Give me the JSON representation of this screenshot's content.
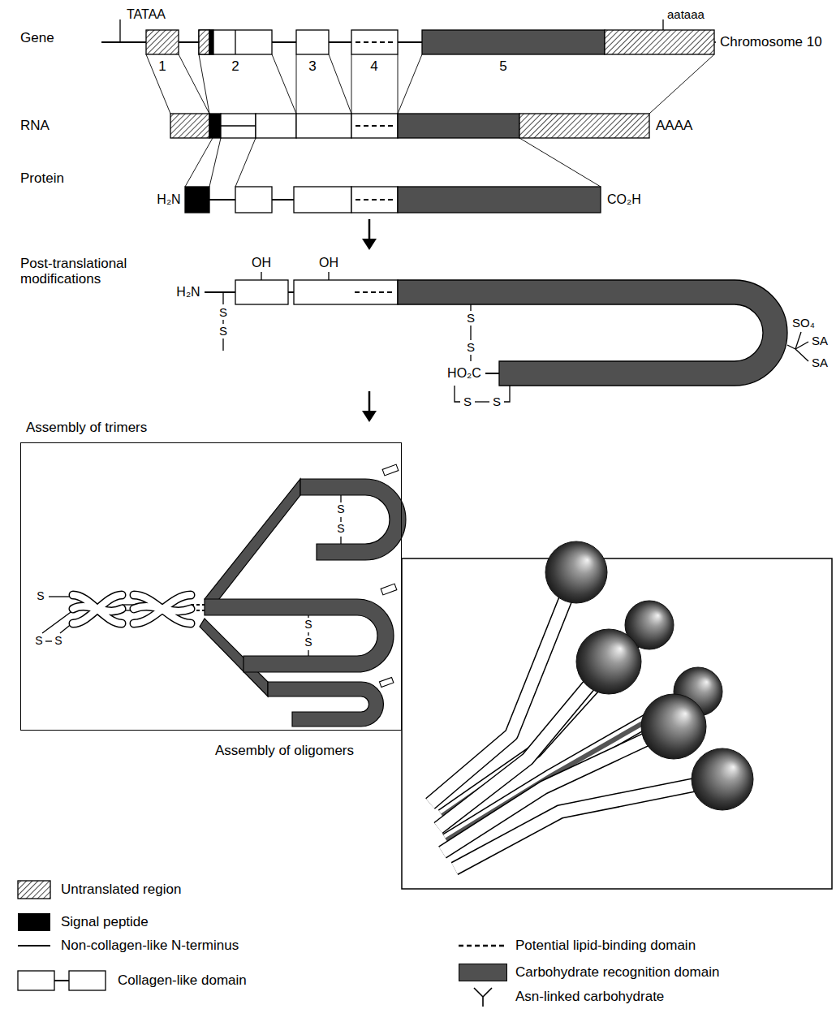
{
  "diagram": {
    "nodes": [
      {
        "text": [
          "Assembly of trimers"
        ]
      }
    ],
    "labels": [
      "Gene",
      "TATAA",
      "aataaa",
      "Chromosome 10",
      "1",
      "2",
      "3",
      "4",
      "5",
      "RNA",
      "AAAA",
      "Protein",
      "H₂N",
      "CO₂H",
      "Post-translational modifications",
      "H₂N",
      "OH",
      "OH",
      "S",
      "S",
      "S",
      "S",
      "S",
      "S",
      "HO₂C",
      "SO₄",
      "SA",
      "SA",
      "S",
      "S",
      "S",
      "S",
      "S",
      "S",
      "S",
      "Assembly of oligomers"
    ],
    "legend": [
      {
        "text": "Untranslated region"
      },
      {
        "text": "Signal peptide",
        "color": "#000000"
      },
      {
        "text": "Non-collagen-like N-terminus"
      },
      {
        "text": "Collagen-like domain"
      },
      {
        "text": "Potential lipid-binding domain"
      },
      {
        "text": "Carbohydrate recognition domain",
        "color": "#505050"
      },
      {
        "text": "Asn-linked carbohydrate"
      }
    ]
  }
}
